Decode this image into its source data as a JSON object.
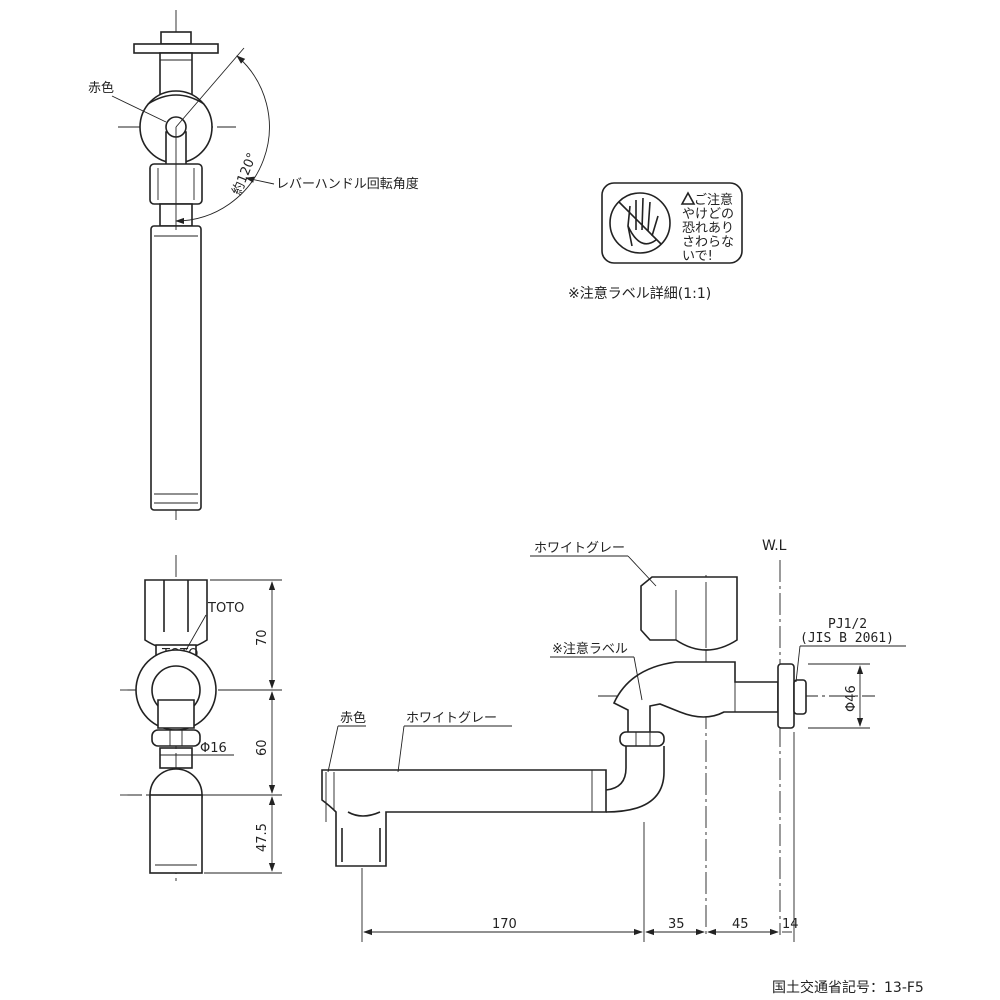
{
  "top_view": {
    "red_label": "赤色",
    "angle_dim": "約120°",
    "lever_label": "レバーハンドル回転角度"
  },
  "caution_label": {
    "line1": "ご注意",
    "line2": "やけどの",
    "line3": "恐れあり",
    "line4": "さわらな",
    "line5": "いで!",
    "caption": "※注意ラベル詳細(1:1)"
  },
  "front_view": {
    "toto_label": "TOTO",
    "logo_text": "TOTO",
    "dim_70": "70",
    "dim_60": "60",
    "dim_47_5": "47.5",
    "dim_phi16": "Φ16"
  },
  "side_view": {
    "wl_label": "W.L",
    "white_gray_top": "ホワイトグレー",
    "caution_label": "※注意ラベル",
    "red_label": "赤色",
    "white_gray_spout": "ホワイトグレー",
    "pj_label": "PJ1/2",
    "jis_label": "(JIS B 2061)",
    "dim_phi46": "Φ46",
    "dim_170": "170",
    "dim_35": "35",
    "dim_45": "45",
    "dim_14": "14"
  },
  "footer": {
    "ministry_code": "国土交通省記号：13-F5"
  }
}
